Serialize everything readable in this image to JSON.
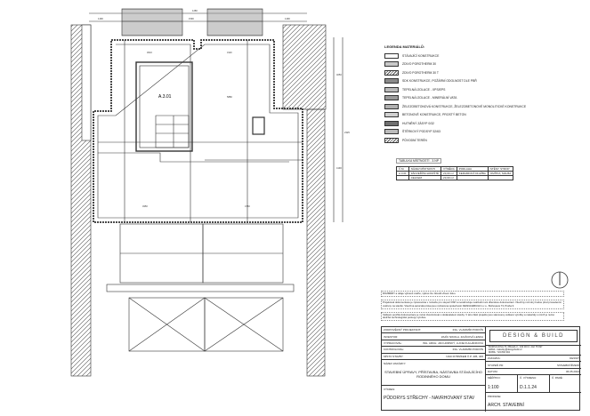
{
  "plan": {
    "room_label": "A.3.01",
    "dims_top": [
      "1280",
      "1490",
      "1590",
      "1490"
    ],
    "dims_right": [
      "4050",
      "4190",
      "2325"
    ],
    "dims_inner": [
      "3010",
      "3110",
      "4950",
      "4750",
      "5880"
    ]
  },
  "legend": {
    "title": "LEGENDA MATERIÁLŮ:",
    "items": [
      {
        "label": "STÁVAJÍCÍ KONSTRUKCE",
        "fill": "#ffffff"
      },
      {
        "label": "ZDIVO POROTHERM 30",
        "fill": "#c8c8c8"
      },
      {
        "label": "ZDIVO POROTHERM 30 T",
        "fill": "hatch"
      },
      {
        "label": "SDK KONSTRUKCE, POŽÁRNÍ ODOLNOST DLE PBŘ",
        "fill": "#8a8a8a"
      },
      {
        "label": "TEPELNÁ IZOLACE - XPS/EPS",
        "fill": "dots"
      },
      {
        "label": "TEPELNÁ IZOLACE - MINERÁLNÍ VATA",
        "fill": "#9a9a9a"
      },
      {
        "label": "ŽELEZOBETONOVÁ KONSTRUKCE, ŽELEZOBETONOVÉ MONOLITICKÉ KONSTRUKCE",
        "fill": "#b0b0b0"
      },
      {
        "label": "BETONOVÉ KONSTRUKCE, PROSTÝ BETON",
        "fill": "#d0d0d0"
      },
      {
        "label": "HUTNĚNÝ ZÁSYP 0/32",
        "fill": "#707070"
      },
      {
        "label": "ŠTĚRKOVÝ PODSYP 32/63",
        "fill": "dots"
      },
      {
        "label": "PŮVODNÍ TERÉN",
        "fill": "hatch"
      }
    ]
  },
  "rooms": {
    "title": "TABULKA MÍSTNOSTÍ - 3.NP",
    "headers": [
      "Č.M.",
      "NÁZEV MÍSTNOSTI",
      "VÝMĚRA",
      "PODLAHA",
      "STĚNY, STROP"
    ],
    "rows": [
      [
        "A.3.01",
        "ZÁDVEŘÍ/SCHODIŠTĚ",
        "23,00 m²",
        "KERAMICKÁ DLAŽBA",
        "OMÍTKA, MALBA"
      ],
      [
        "",
        "CELKEM",
        "23,00 m²",
        "",
        ""
      ]
    ]
  },
  "notes": [
    "ROZMĚRY a údaje výkresů ověřte, výkres lze zkreslit vlivem tisku.",
    "Projektová dokumentace je zpracována v rozsahu pro stupeň DSP a nenahrazuje realizační ani dílenskou dokumentaci. Všechny rozměry budou před provedením ověřeny na stavbě. Všechna autorská práva jsou vyhrazena společnosti DESIGN&BUILD s.r.o., Bořivojova 73, Praha 3.",
    "Veškeré použité dokumentace je nutné zkontrolovat s dodavatelem stavby. V této části projektu jsou stanoveny veškeré výrobky a materiály s nimiž je nutné dodržet technologické postupy výrobce."
  ],
  "titleblock": {
    "rows": [
      [
        "ZODPOVĚDNÝ PROJEKTANT:",
        "ING. VLADIMÍR PODIVÍN"
      ],
      [
        "INVESTOR:",
        "ZAJÍC NIKOLA, ZAJÍCOVÁ LENKA"
      ],
      [
        "VYPRACOVAL:",
        "ING. ARCH. JAN HORSKÝ, LUCIE KULHÁNKOVÁ"
      ],
      [
        "KONTROLOVAL:",
        "ING. VLADIMÍR PODIVÍN"
      ],
      [
        "MÍSTO STAVBY:",
        "NAD RYBNÍKEM Č.P. 405, 406"
      ]
    ],
    "project_label": "NÁZEV ZAKÁZKY:",
    "project": "STAVEBNÍ ÚPRAVY, PŘÍSTAVBA, NÁSTAVBA STÁVAJÍCÍHO RODINNÉHO DOMU",
    "drawing_label": "VÝKRES:",
    "drawing": "PŮDORYS STŘECHY - NAVRHOVANÝ STAV",
    "company": "DESIGN & BUILD",
    "address": "BOŘIVOJOVA 73, PRAHA 3 - 130 00   IČ: 242 75 697",
    "email": "EMAIL: zakazky@designbuild.cz",
    "phone": "MOBIL: 724 892 394",
    "fields": [
      [
        "ZAKÁZKA:",
        "DESWT"
      ],
      [
        "STUPEŇ PD:",
        "STAVEBNÍ ŘÍZENÍ"
      ],
      [
        "DATUM:",
        "06.05.2024"
      ]
    ],
    "scale_label": "MĚŘÍTKO:",
    "scale": "1:100",
    "number_label": "Č. VÝKRESU:",
    "number": "D.1.1.24",
    "pare_label": "Č. PARÉ:",
    "pare": "",
    "profession_label": "PROFESE:",
    "profession": "ARCH. STAVEBNÍ"
  }
}
